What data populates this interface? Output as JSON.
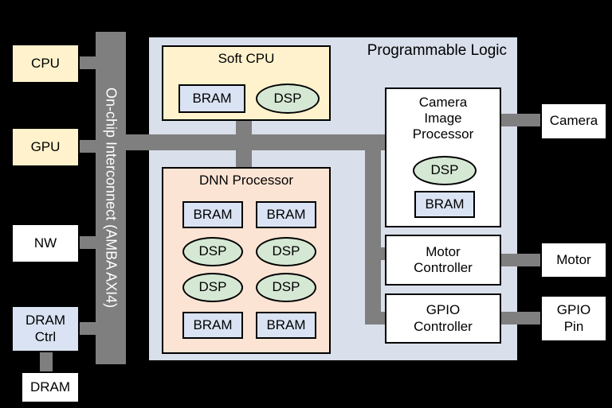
{
  "panel_title": "Programmable Logic",
  "interconnect_label": "On-chip Interconnect (AMBA AXI4)",
  "left_blocks": {
    "cpu": "CPU",
    "gpu": "GPU",
    "nw": "NW",
    "dram_ctrl": "DRAM Ctrl",
    "dram": "DRAM"
  },
  "pl_blocks": {
    "soft_cpu": "Soft CPU",
    "dnn": "DNN Processor",
    "camera_proc": "Camera Image Processor",
    "motor_ctrl": "Motor Controller",
    "gpio_ctrl": "GPIO Controller"
  },
  "right_blocks": {
    "camera": "Camera",
    "motor": "Motor",
    "gpio_pin": "GPIO Pin"
  },
  "units": {
    "bram": "BRAM",
    "dsp": "DSP"
  },
  "colors": {
    "background": "#000000",
    "connector": "#7f7f7f",
    "cream_block": "#fff2cc",
    "bram_blue": "#dae3f3",
    "dsp_green": "#d5e8d4",
    "dnn_peach": "#fce4d4",
    "panel_fill": "#d9dfeb",
    "io_white": "#ffffff"
  }
}
